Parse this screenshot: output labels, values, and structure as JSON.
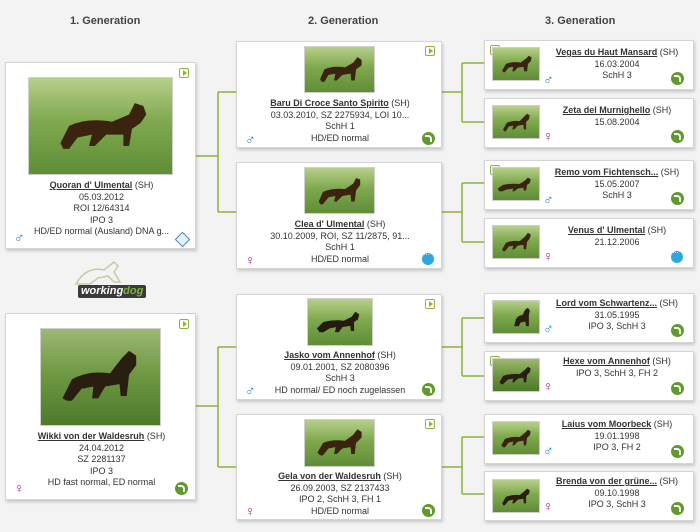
{
  "headers": [
    "1. Generation",
    "2. Generation",
    "3. Generation"
  ],
  "logo": {
    "text_a": "working",
    "text_b": "dog"
  },
  "colors": {
    "male": "#1e7fbf",
    "female": "#a31f8a",
    "line": "#8db33a",
    "pedigree": "#5e9b2c",
    "info": "#2fa6dd"
  },
  "gen1": [
    {
      "name": "Quoran d' Ulmental",
      "tag": "(SH)",
      "lines": [
        "05.03.2012",
        "ROI 12/64314",
        "IPO 3",
        "HD/ED normal (Ausland) DNA g..."
      ],
      "sex": "♂"
    },
    {
      "name": "Wikki von der Waldesruh",
      "tag": "(SH)",
      "lines": [
        "24.04.2012",
        "SZ 2281137",
        "IPO 3",
        "HD fast normal, ED normal"
      ],
      "sex": "♀"
    }
  ],
  "gen2": [
    {
      "name": "Baru Di Croce Santo Spirito",
      "tag": "(SH)",
      "lines": [
        "03.03.2010, SZ 2275934, LOI 10...",
        "SchH 1",
        "HD/ED normal"
      ],
      "sex": "♂"
    },
    {
      "name": "Clea d' Ulmental",
      "tag": "(SH)",
      "lines": [
        "30.10.2009, ROI, SZ 11/2875, 91...",
        "SchH 1",
        "HD/ED normal"
      ],
      "sex": "♀"
    },
    {
      "name": "Jasko vom Annenhof",
      "tag": "(SH)",
      "lines": [
        "09.01.2001, SZ 2080396",
        "SchH 3",
        "HD normal/ ED noch zugelassen"
      ],
      "sex": "♂"
    },
    {
      "name": "Gela von der Waldesruh",
      "tag": "(SH)",
      "lines": [
        "26.09.2003, SZ 2137433",
        "IPO 2, SchH 3, FH 1",
        "HD/ED normal"
      ],
      "sex": "♀"
    }
  ],
  "gen3": [
    {
      "name": "Vegas du Haut Mansard",
      "tag": "(SH)",
      "lines": [
        "16.03.2004",
        "SchH 3"
      ],
      "sex": "♂"
    },
    {
      "name": "Zeta del Murnighello",
      "tag": "(SH)",
      "lines": [
        "15.08.2004"
      ],
      "sex": "♀"
    },
    {
      "name": "Remo vom Fichtensch...",
      "tag": "(SH)",
      "lines": [
        "15.05.2007",
        "SchH 3"
      ],
      "sex": "♂"
    },
    {
      "name": "Venus d' Ulmental",
      "tag": "(SH)",
      "lines": [
        "21.12.2006"
      ],
      "sex": "♀"
    },
    {
      "name": "Lord vom Schwartenz...",
      "tag": "(SH)",
      "lines": [
        "31.05.1995",
        "IPO 3, SchH 3"
      ],
      "sex": "♂"
    },
    {
      "name": "Hexe vom Annenhof",
      "tag": "(SH)",
      "lines": [
        "IPO 3, SchH 3, FH 2"
      ],
      "sex": "♀"
    },
    {
      "name": "Laius vom Moorbeck",
      "tag": "(SH)",
      "lines": [
        "19.01.1998",
        "IPO 3, FH 2"
      ],
      "sex": "♂"
    },
    {
      "name": "Brenda von der grüne...",
      "tag": "(SH)",
      "lines": [
        "09.10.1998",
        "IPO 3, SchH 3"
      ],
      "sex": "♀"
    }
  ]
}
